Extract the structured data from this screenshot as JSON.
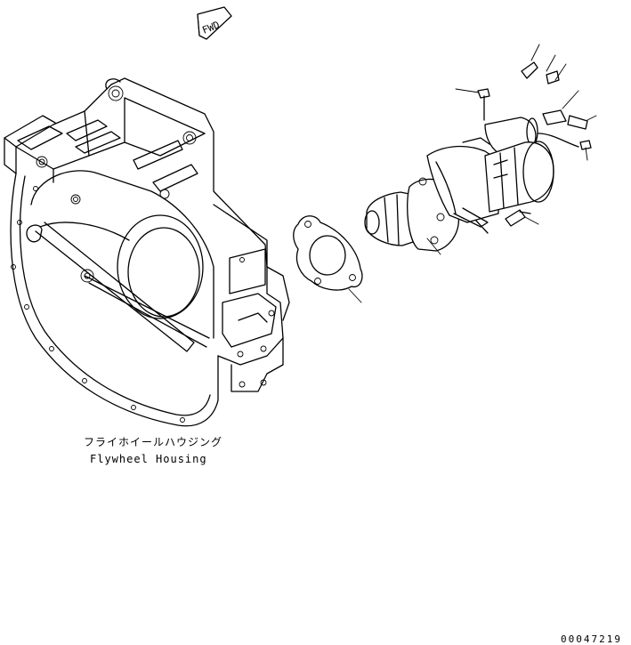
{
  "direction_marker": {
    "text": "FWD"
  },
  "flywheel_housing": {
    "label_jp": "フライホイールハウジング",
    "label_en": "Flywheel Housing"
  },
  "drawing_code": "00047219"
}
